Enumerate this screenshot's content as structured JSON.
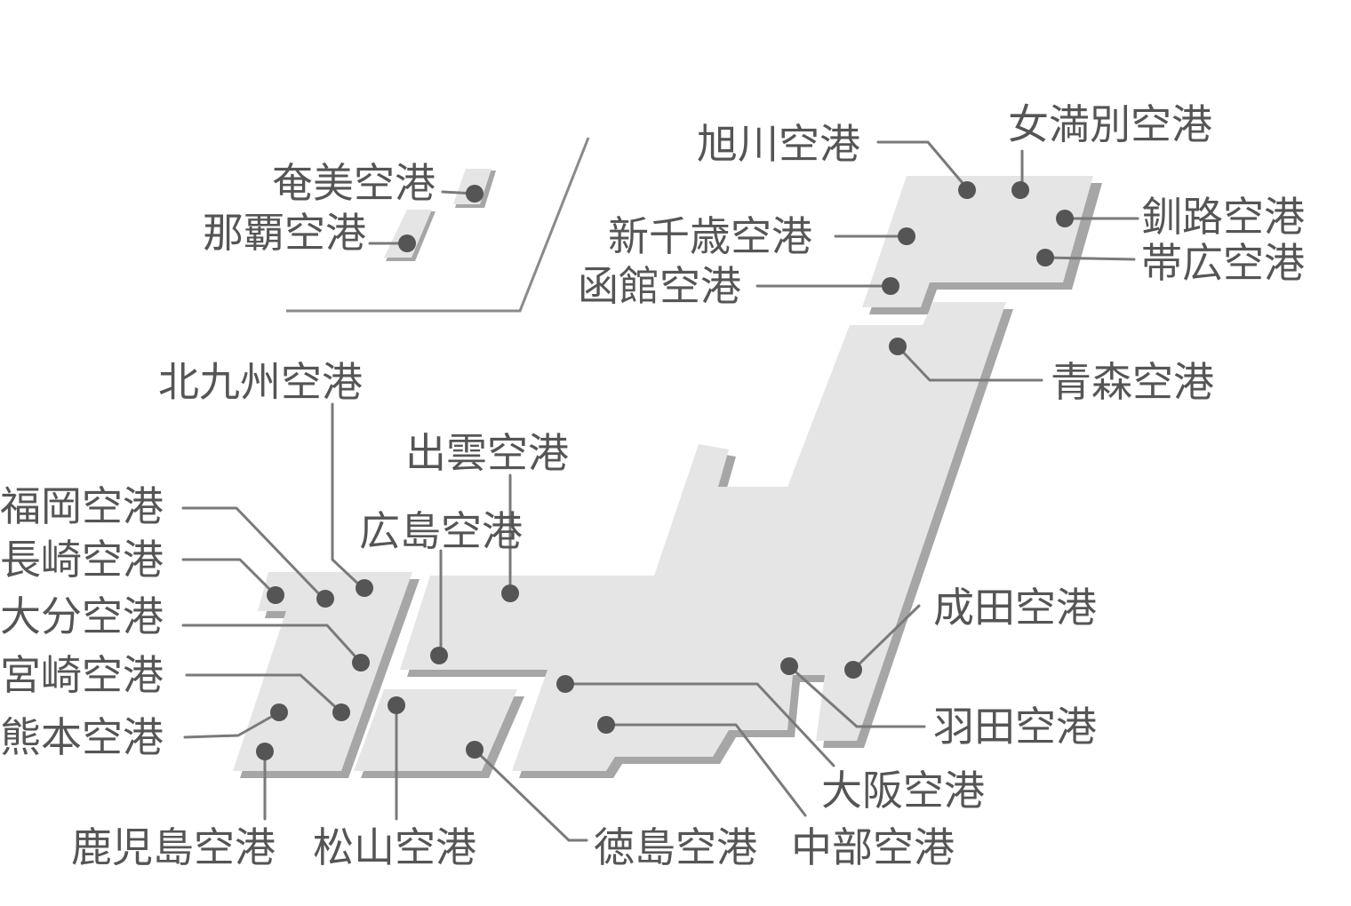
{
  "airports": {
    "asahikawa": "旭川空港",
    "memanbetsu": "女満別空港",
    "shin_chitose": "新千歳空港",
    "kushiro": "釧路空港",
    "obihiro": "帯広空港",
    "hakodate": "函館空港",
    "aomori": "青森空港",
    "amami": "奄美空港",
    "naha": "那覇空港",
    "kitakyushu": "北九州空港",
    "izumo": "出雲空港",
    "fukuoka": "福岡空港",
    "hiroshima": "広島空港",
    "nagasaki": "長崎空港",
    "oita": "大分空港",
    "miyazaki": "宮崎空港",
    "kumamoto": "熊本空港",
    "kagoshima": "鹿児島空港",
    "matsuyama": "松山空港",
    "tokushima": "徳島空港",
    "chubu": "中部空港",
    "osaka": "大阪空港",
    "haneda": "羽田空港",
    "narita": "成田空港"
  },
  "colors": {
    "land": "#e5e5e6",
    "shadow": "#a6a6a6",
    "label": "#555555",
    "dot": "#555555",
    "leader": "#7a7a7a"
  }
}
